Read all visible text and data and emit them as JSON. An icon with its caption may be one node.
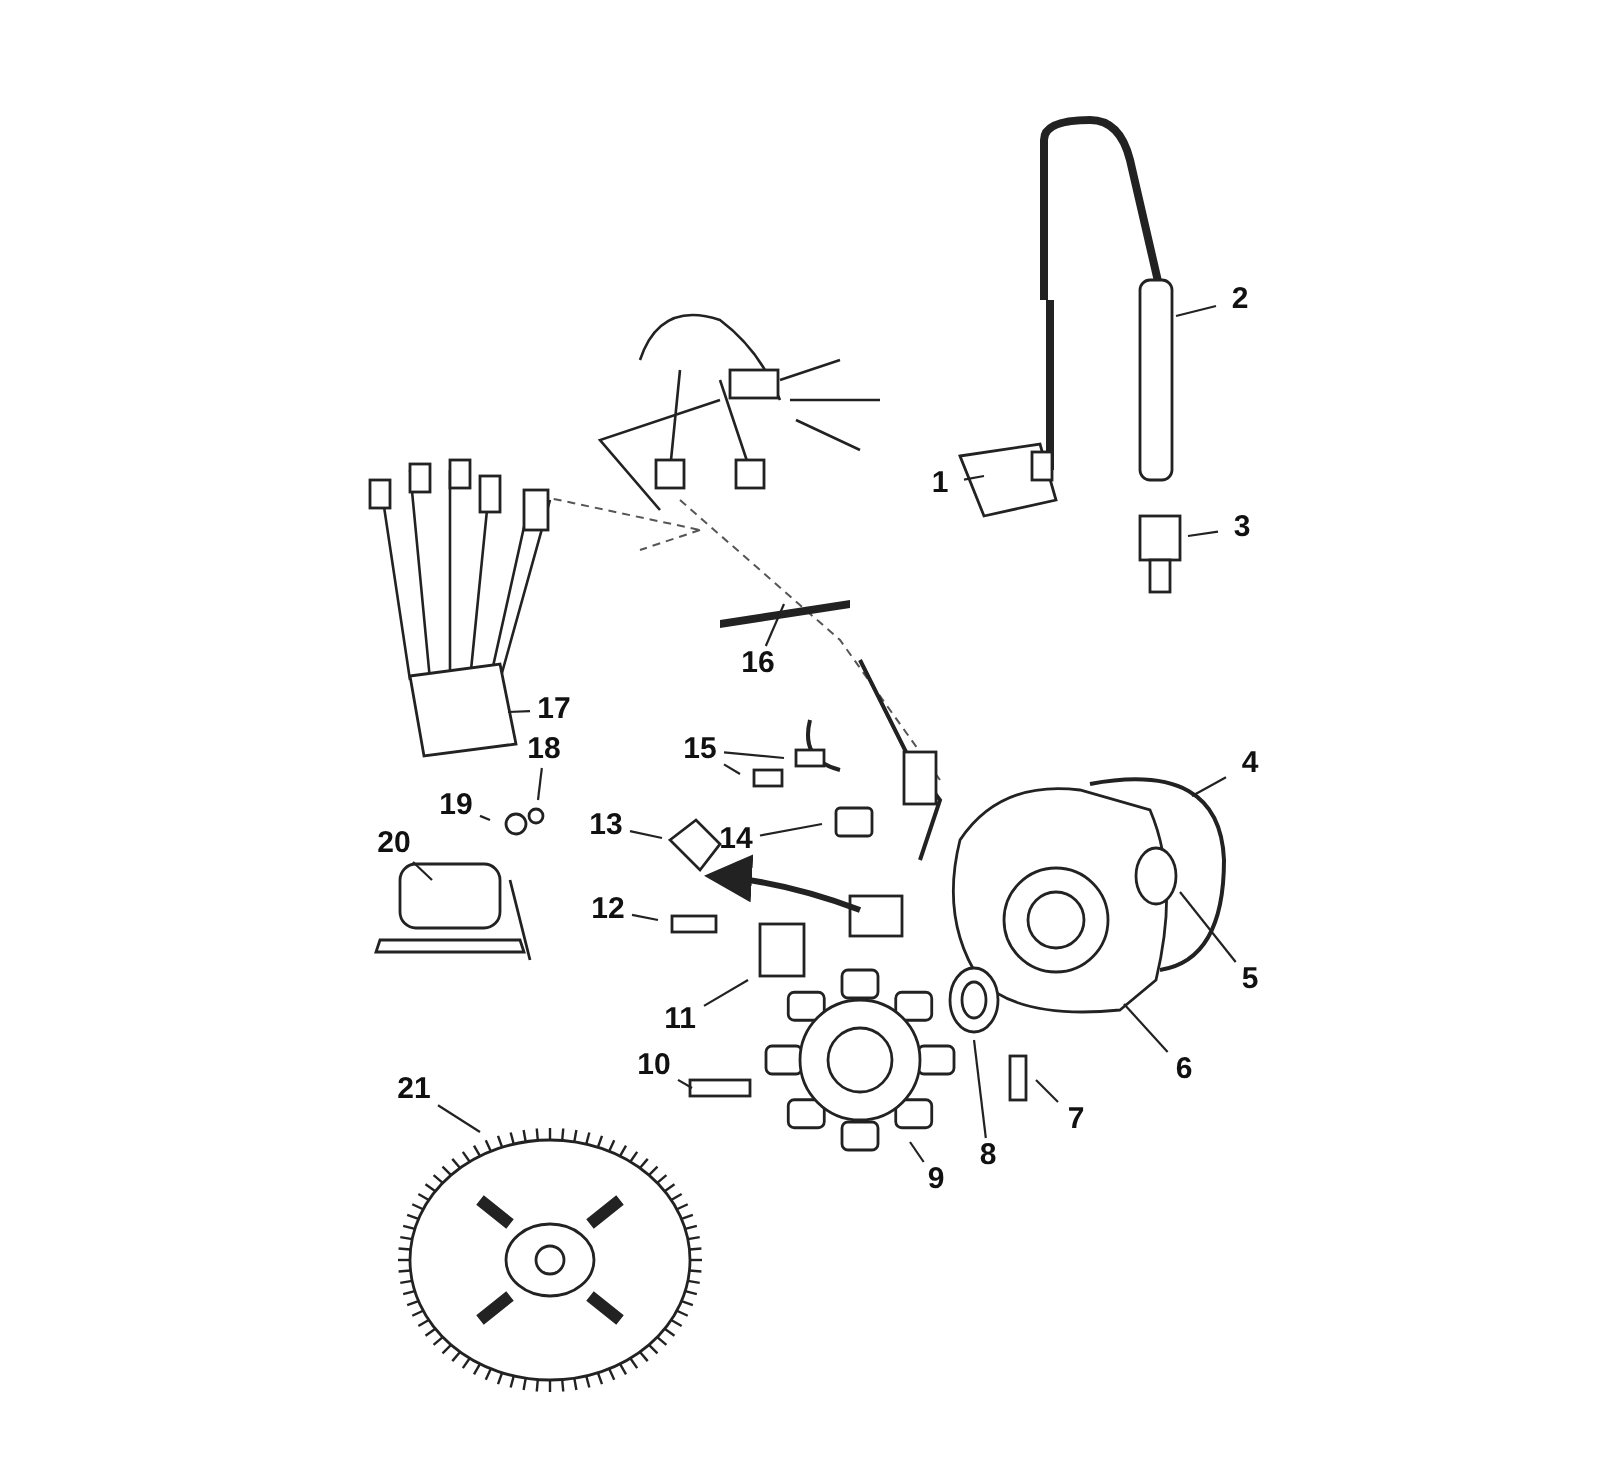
{
  "diagram": {
    "nodes": [
      {
        "text": [
          "1"
        ]
      },
      {
        "text": [
          "2"
        ]
      },
      {
        "text": [
          "3"
        ]
      },
      {
        "text": [
          "4"
        ]
      },
      {
        "text": [
          "5"
        ]
      },
      {
        "text": [
          "6"
        ]
      },
      {
        "text": [
          "7"
        ]
      },
      {
        "text": [
          "8"
        ]
      },
      {
        "text": [
          "9"
        ]
      },
      {
        "text": [
          "10"
        ]
      },
      {
        "text": [
          "11"
        ]
      },
      {
        "text": [
          "12"
        ]
      },
      {
        "text": [
          "13"
        ]
      },
      {
        "text": [
          "14"
        ]
      },
      {
        "text": [
          "15"
        ]
      },
      {
        "text": [
          "16"
        ]
      },
      {
        "text": [
          "17"
        ]
      },
      {
        "text": [
          "18"
        ]
      },
      {
        "text": [
          "19"
        ]
      },
      {
        "text": [
          "20"
        ]
      },
      {
        "text": [
          "21"
        ]
      }
    ],
    "edges": [
      {
        "from": 0,
        "to": null,
        "arrow": "none"
      },
      {
        "from": 1,
        "to": null,
        "arrow": "none"
      },
      {
        "from": 2,
        "to": null,
        "arrow": "none"
      },
      {
        "from": 3,
        "to": null,
        "arrow": "none"
      },
      {
        "from": 4,
        "to": null,
        "arrow": "none"
      },
      {
        "from": 5,
        "to": null,
        "arrow": "none"
      },
      {
        "from": 6,
        "to": null,
        "arrow": "none"
      },
      {
        "from": 7,
        "to": null,
        "arrow": "none"
      },
      {
        "from": 8,
        "to": null,
        "arrow": "none"
      },
      {
        "from": 9,
        "to": null,
        "arrow": "none"
      },
      {
        "from": 10,
        "to": null,
        "arrow": "none"
      },
      {
        "from": 11,
        "to": null,
        "arrow": "none"
      },
      {
        "from": 12,
        "to": null,
        "arrow": "none"
      },
      {
        "from": 13,
        "to": null,
        "arrow": "none"
      },
      {
        "from": 14,
        "to": null,
        "arrow": "none"
      },
      {
        "from": 14,
        "to": null,
        "arrow": "none"
      },
      {
        "from": 15,
        "to": null,
        "arrow": "none"
      },
      {
        "from": 16,
        "to": null,
        "arrow": "none"
      },
      {
        "from": 17,
        "to": null,
        "arrow": "none"
      },
      {
        "from": 18,
        "to": null,
        "arrow": "none"
      },
      {
        "from": 19,
        "to": null,
        "arrow": "none"
      },
      {
        "from": 20,
        "to": null,
        "arrow": "none"
      }
    ]
  }
}
